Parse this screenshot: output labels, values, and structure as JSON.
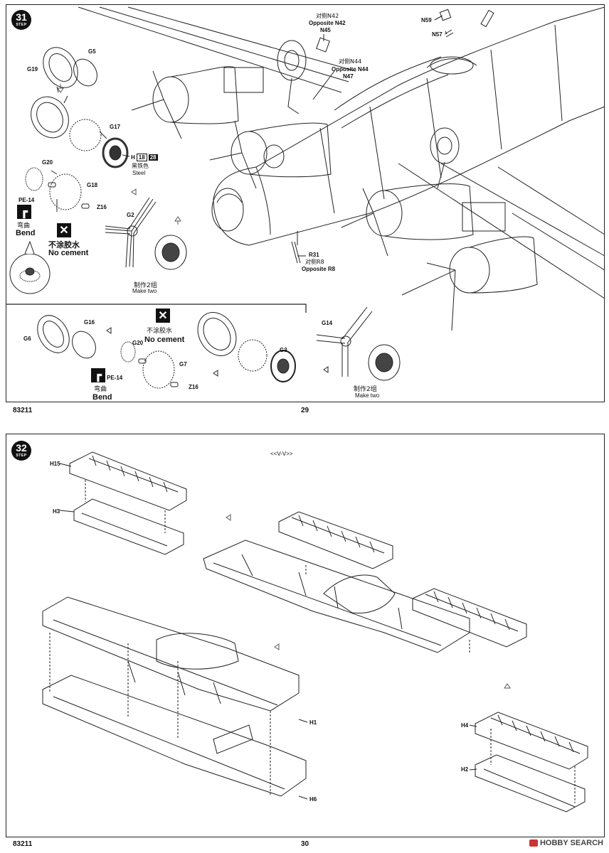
{
  "page29": {
    "step": {
      "number": "31",
      "label": "STEP"
    },
    "parts": {
      "g19": "G19",
      "g5": "G5",
      "g17": "G17",
      "g20": "G20",
      "g18": "G18",
      "pe14": "PE-14",
      "z16": "Z16",
      "g2": "G2",
      "n42_cn": "对侧N42",
      "n42_en": "Opposite N42",
      "n45": "N45",
      "n44_cn": "对侧N44",
      "n44_en": "Opposite N44",
      "n47": "N47",
      "n59": "N59",
      "n57": "N57",
      "r31": "R31",
      "r8_cn": "对侧R8",
      "r8_en": "Opposite R8",
      "g6": "G6",
      "g16": "G16",
      "g20b": "G20",
      "g7": "G7",
      "pe14b": "PE-14",
      "z16b": "Z16",
      "g3": "G3",
      "g14": "G14"
    },
    "paint": {
      "code": "H",
      "n1": "18",
      "n2": "28",
      "cn": "黑铁色",
      "en": "Steel"
    },
    "bend": {
      "cn": "弯曲",
      "en": "Bend"
    },
    "no_cement": {
      "cn": "不涂胶水",
      "en": "No cement"
    },
    "make_two": {
      "cn": "制作2组",
      "en": "Make two"
    },
    "footer": {
      "code": "83211",
      "page": "29"
    }
  },
  "page30": {
    "step": {
      "number": "32",
      "label": "STEP"
    },
    "view": "<<V-V>>",
    "parts": {
      "h15": "H15",
      "h3": "H3",
      "h1": "H1",
      "h6": "H6",
      "h4": "H4",
      "h2": "H2"
    },
    "footer": {
      "code": "83211",
      "page": "30"
    }
  },
  "watermark": "HOBBY SEARCH"
}
